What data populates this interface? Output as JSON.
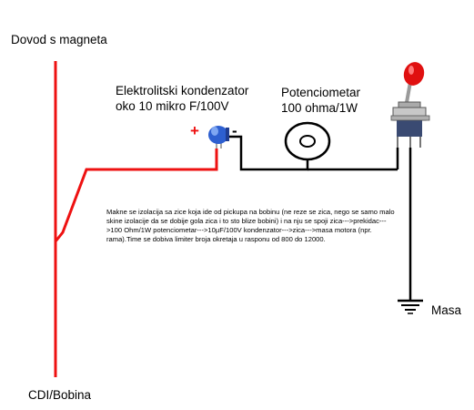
{
  "labels": {
    "top_left": "Dovod s magneta",
    "bottom_left": "CDI/Bobina",
    "capacitor_line1": "Elektrolitski kondenzator",
    "capacitor_line2": "oko 10 mikro F/100V",
    "pot_line1": "Potenciometar",
    "pot_line2": "100 ohma/1W",
    "ground": "Masa",
    "plus": "+",
    "minus": "-"
  },
  "note": "Makne se izolacija sa zice koja ide od pickupa na bobinu (ne reze se zica, nego se samo malo skine izolacije da se dobije gola zica i to sto blize bobini) i na nju se spoji zica--->prekidac--->100 Ohm/1W potenciometar--->10µF/100V kondenzator--->zica--->masa motora (npr. rama).Time se dobiva limiter broja okretaja u rasponu od 800 do 12000.",
  "colors": {
    "wire_red": "#ee1111",
    "wire_black": "#000000",
    "capacitor_blue": "#2d5fd0",
    "switch_lever": "#e01010",
    "switch_body": "#3a4a72"
  }
}
